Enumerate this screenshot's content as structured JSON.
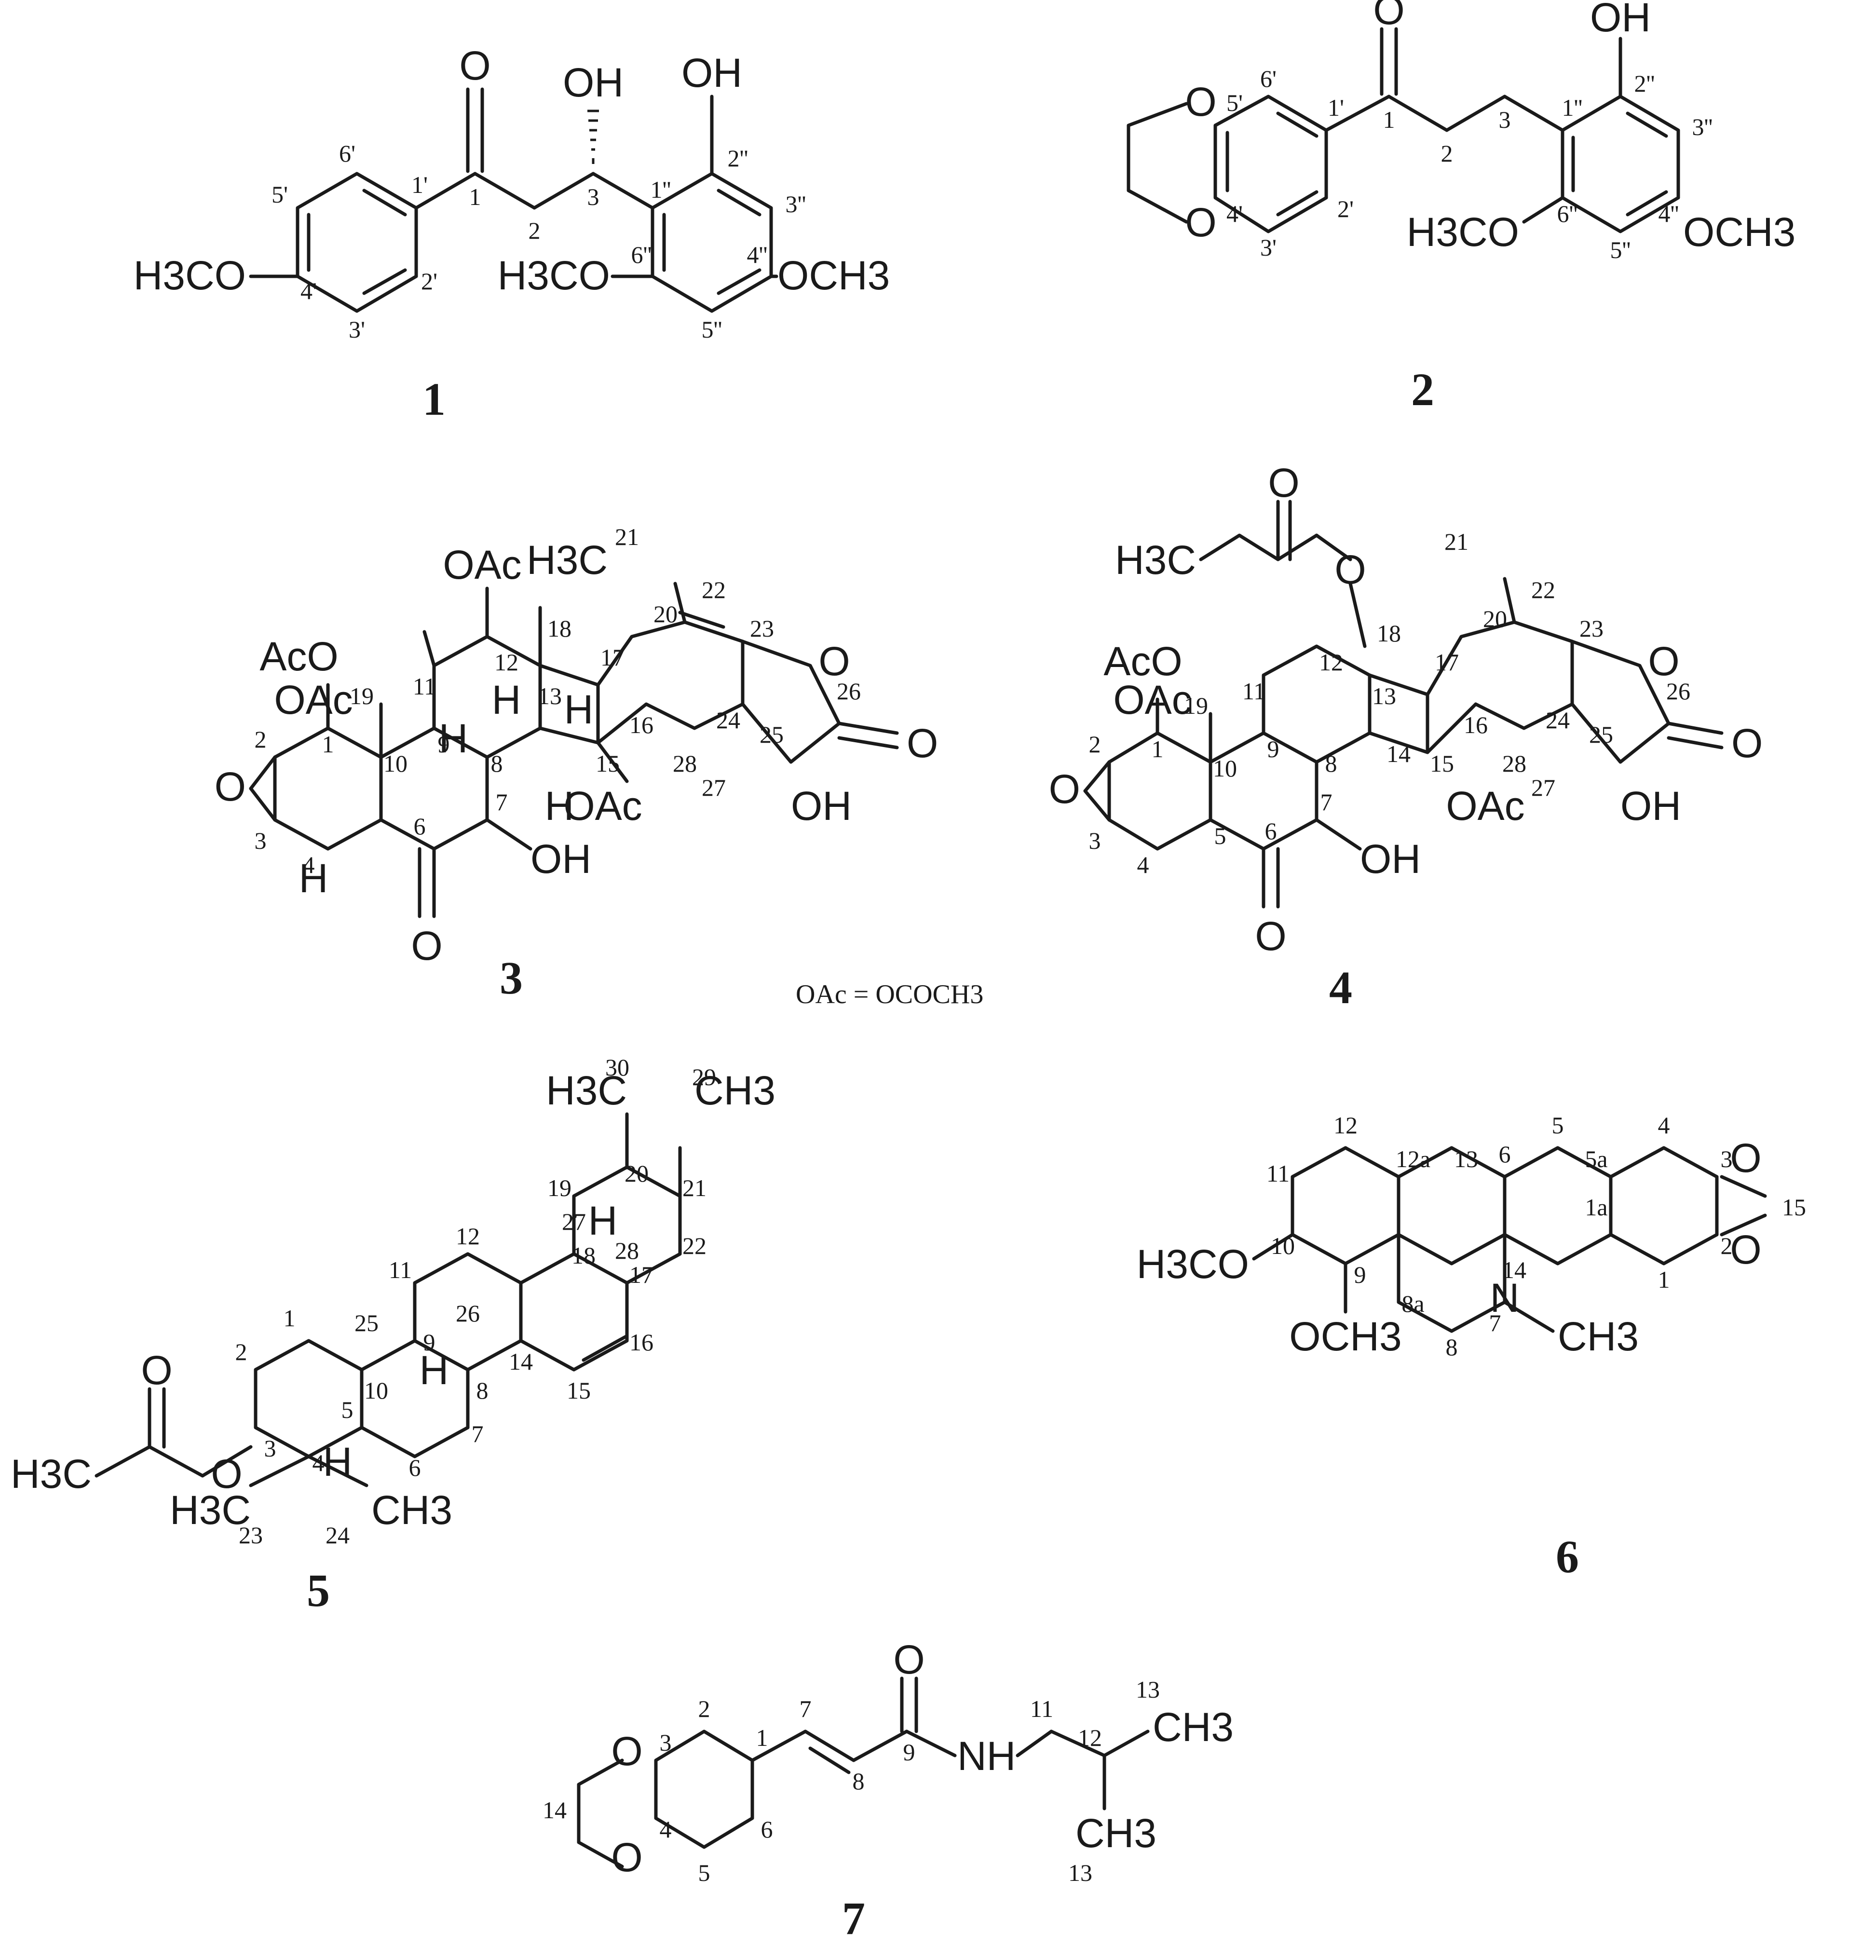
{
  "legend": "OAc = OCOCH3",
  "compounds": [
    {
      "id": "1",
      "atom_labels": [
        "O",
        "OH",
        "OH",
        "H3CO",
        "H3CO",
        "OCH3"
      ],
      "position_labels": [
        "1",
        "2",
        "3",
        "1'",
        "2'",
        "3'",
        "4'",
        "5'",
        "6'",
        "1''",
        "2''",
        "3''",
        "4''",
        "5''",
        "6''"
      ]
    },
    {
      "id": "2",
      "atom_labels": [
        "O",
        "OH",
        "O",
        "O",
        "H3CO",
        "OCH3"
      ],
      "position_labels": [
        "1",
        "2",
        "3",
        "1'",
        "2'",
        "3'",
        "4'",
        "5'",
        "6'",
        "1''",
        "2''",
        "3''",
        "4''",
        "5''",
        "6''"
      ]
    },
    {
      "id": "3",
      "atom_labels": [
        "AcO",
        "OAc",
        "OAc",
        "OAc",
        "H3C",
        "O",
        "O",
        "O",
        "OH",
        "OH",
        "O",
        "H",
        "H",
        "H",
        "H",
        "H"
      ],
      "position_labels": [
        "1",
        "2",
        "3",
        "4",
        "6",
        "7",
        "8",
        "9",
        "10",
        "11",
        "12",
        "13",
        "15",
        "16",
        "17",
        "18",
        "19",
        "20",
        "21",
        "22",
        "23",
        "24",
        "25",
        "26",
        "27",
        "28"
      ]
    },
    {
      "id": "4",
      "atom_labels": [
        "O",
        "H3C",
        "O",
        "AcO",
        "OAc",
        "OAc",
        "O",
        "O",
        "O",
        "OH",
        "OH",
        "O"
      ],
      "position_labels": [
        "1",
        "2",
        "3",
        "4",
        "5",
        "6",
        "7",
        "8",
        "9",
        "10",
        "11",
        "12",
        "13",
        "14",
        "15",
        "16",
        "17",
        "18",
        "19",
        "20",
        "21",
        "22",
        "23",
        "24",
        "25",
        "26",
        "27",
        "28"
      ]
    },
    {
      "id": "5",
      "atom_labels": [
        "O",
        "H3C",
        "O",
        "H3C",
        "CH3",
        "H3C",
        "CH3",
        "H",
        "H",
        "H"
      ],
      "position_labels": [
        "1",
        "2",
        "3",
        "4",
        "5",
        "6",
        "7",
        "8",
        "9",
        "10",
        "11",
        "12",
        "14",
        "15",
        "16",
        "17",
        "18",
        "19",
        "20",
        "21",
        "22",
        "23",
        "24",
        "25",
        "26",
        "27",
        "28",
        "29",
        "30"
      ]
    },
    {
      "id": "6",
      "atom_labels": [
        "O",
        "O",
        "H3CO",
        "OCH3",
        "N",
        "CH3"
      ],
      "position_labels": [
        "1",
        "1a",
        "2",
        "3",
        "4",
        "5",
        "5a",
        "6",
        "7",
        "8",
        "8a",
        "9",
        "10",
        "11",
        "12",
        "12a",
        "13",
        "14",
        "15"
      ]
    },
    {
      "id": "7",
      "atom_labels": [
        "O",
        "O",
        "O",
        "NH",
        "CH3",
        "CH3"
      ],
      "position_labels": [
        "1",
        "2",
        "3",
        "4",
        "5",
        "6",
        "7",
        "8",
        "9",
        "11",
        "12",
        "13",
        "13",
        "14"
      ]
    }
  ]
}
